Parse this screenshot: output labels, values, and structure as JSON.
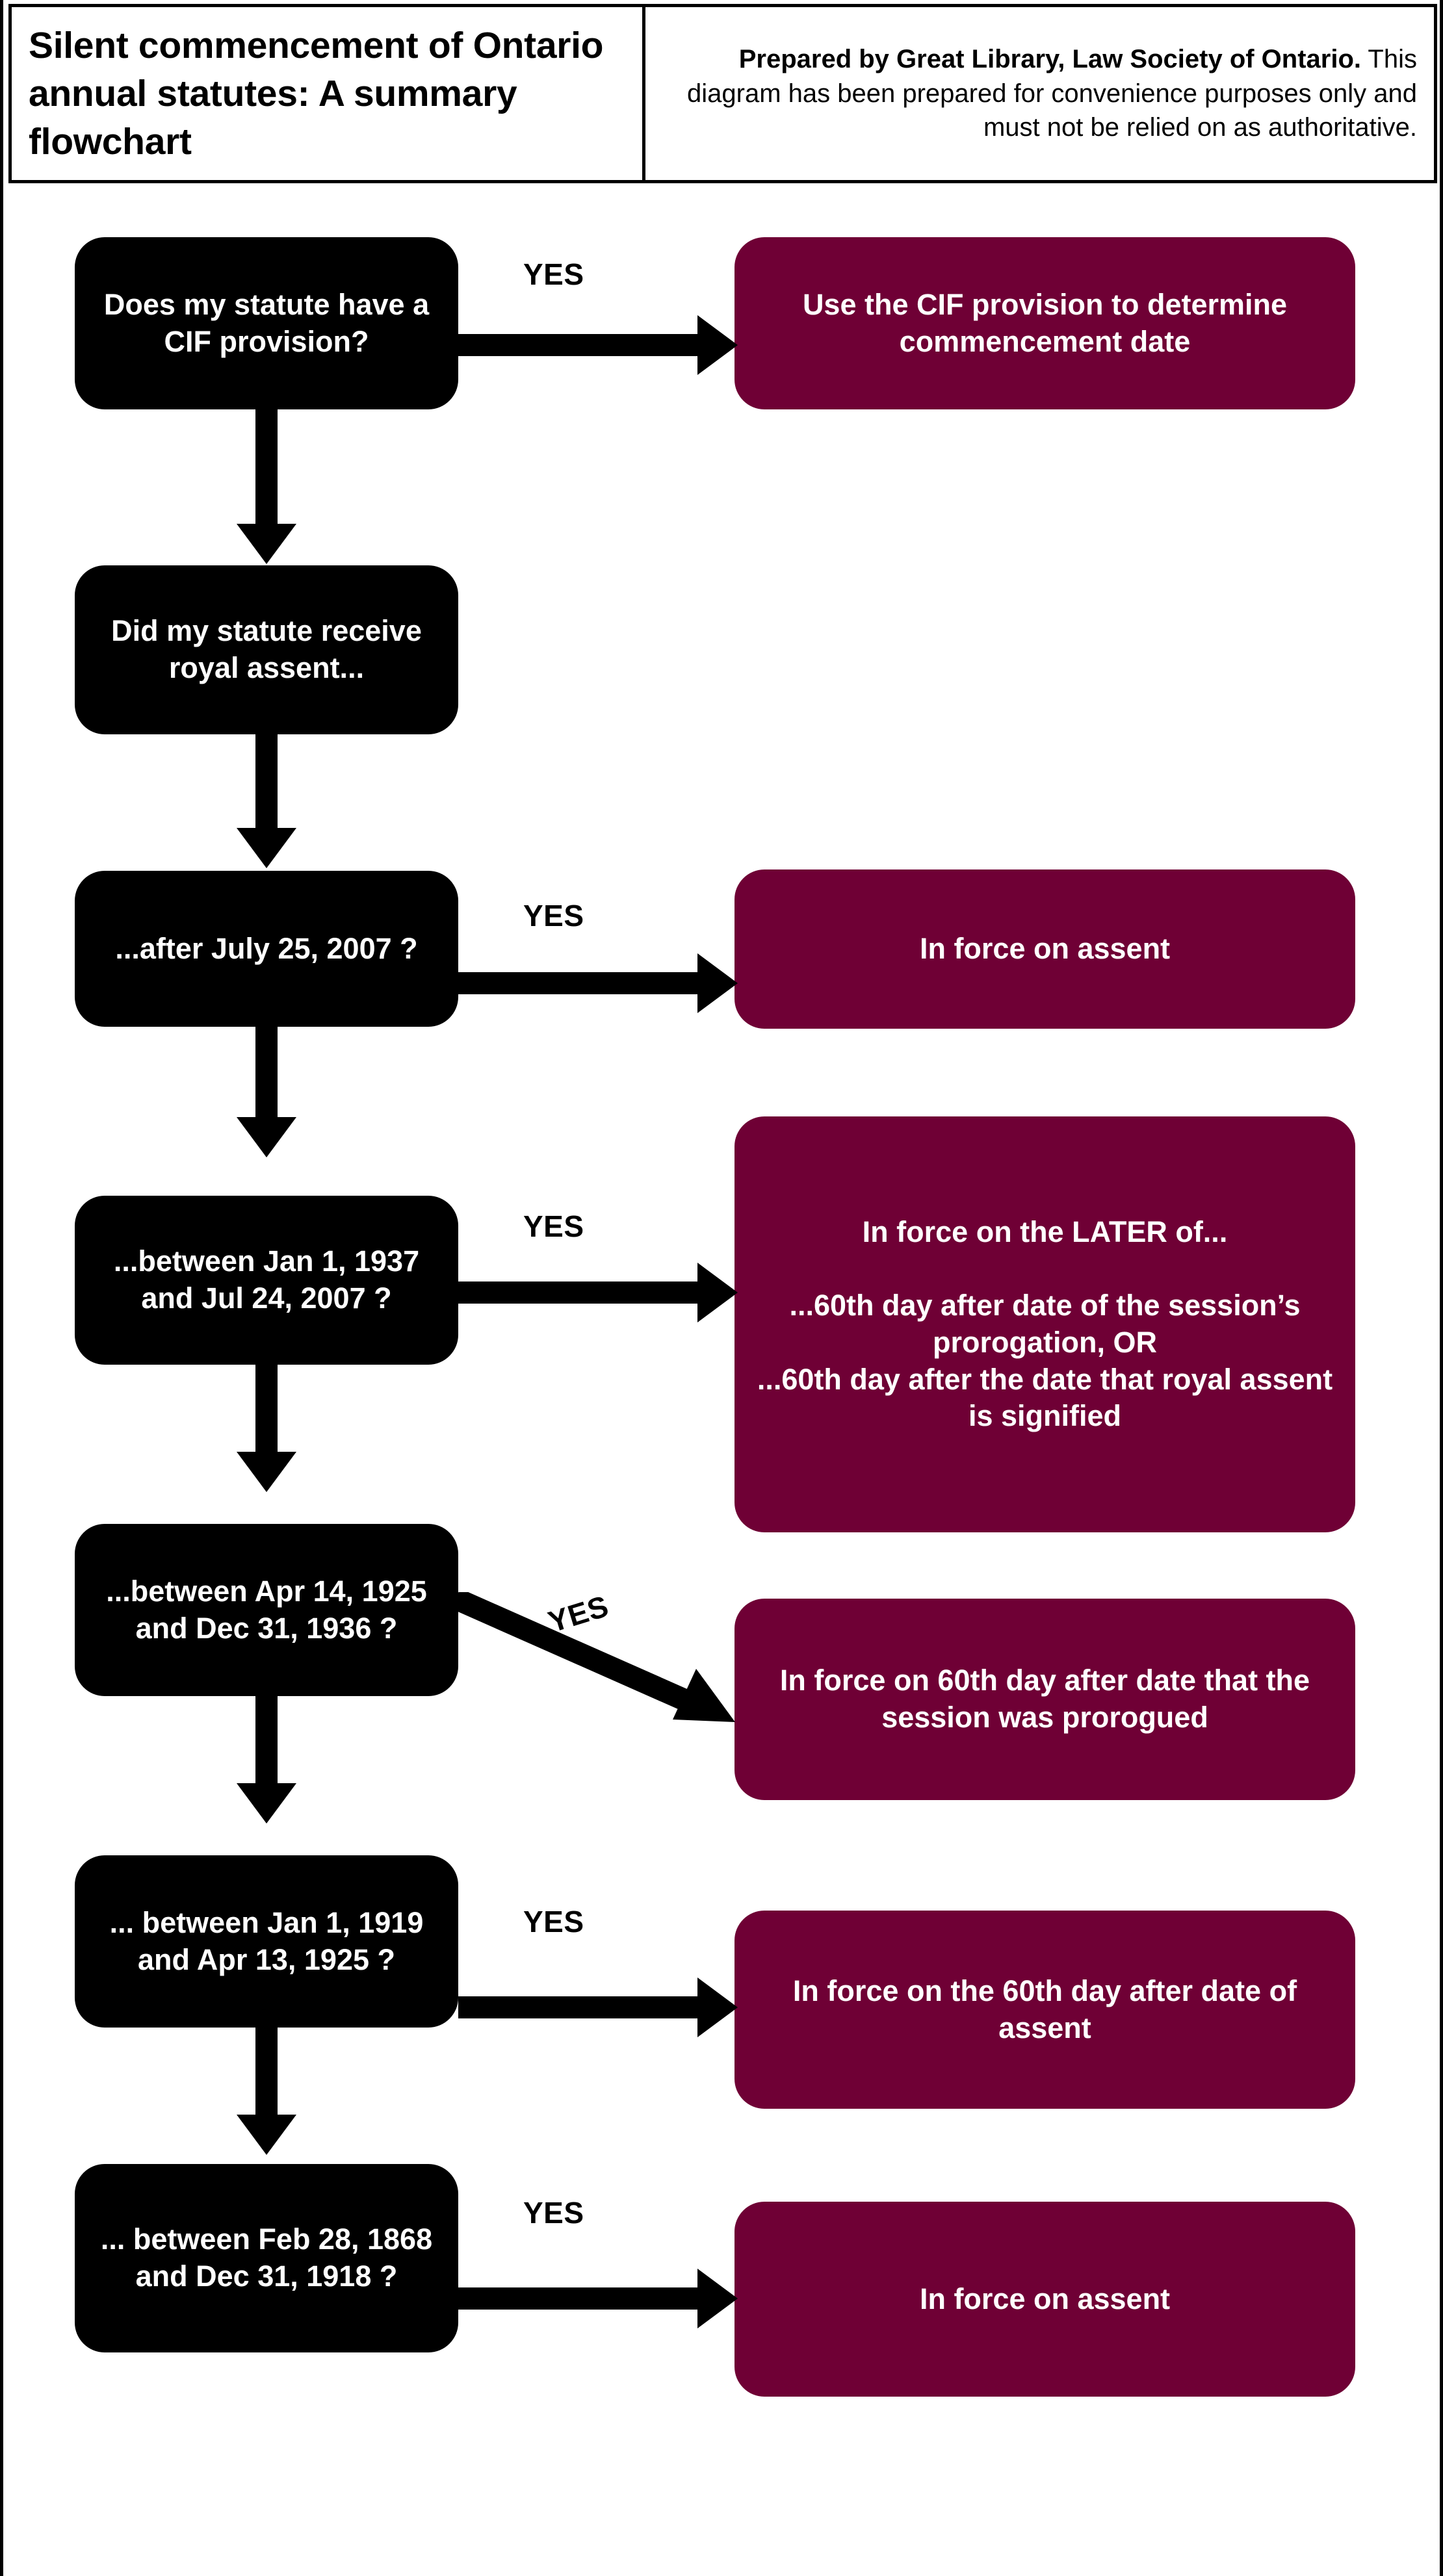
{
  "header": {
    "title": "Silent commencement of Ontario annual statutes: A summary flowchart",
    "note_bold": "Prepared by Great Library, Law Society of Ontario.",
    "note_rest": " This diagram has been prepared for convenience purposes only and must not be relied on as authoritative."
  },
  "colors": {
    "question_box": "#000000",
    "outcome_box": "#6f0035",
    "text_on_box": "#ffffff",
    "connector": "#000000",
    "page_background": "#ffffff"
  },
  "edge_label": "YES",
  "chart_data": {
    "type": "flowchart",
    "title": "Silent commencement of Ontario annual statutes: A summary flowchart",
    "orientation": "top-to-bottom with right branches",
    "nodes": [
      {
        "id": "q1",
        "kind": "question",
        "text": "Does my statute have a CIF provision?"
      },
      {
        "id": "o1",
        "kind": "outcome",
        "text": "Use the CIF provision to determine commencement date"
      },
      {
        "id": "q2",
        "kind": "question",
        "text": "Did my statute receive royal assent..."
      },
      {
        "id": "q3",
        "kind": "question",
        "text": "...after July 25, 2007 ?"
      },
      {
        "id": "o3",
        "kind": "outcome",
        "text": "In force on assent"
      },
      {
        "id": "q4",
        "kind": "question",
        "text": "...between Jan 1, 1937 and Jul 24, 2007 ?"
      },
      {
        "id": "o4",
        "kind": "outcome",
        "text": "In force on the LATER of...\n\n...60th day after date of the session’s prorogation, OR\n...60th day after the date that royal assent is signified"
      },
      {
        "id": "q5",
        "kind": "question",
        "text": "...between Apr 14, 1925 and Dec 31, 1936 ?"
      },
      {
        "id": "o5",
        "kind": "outcome",
        "text": "In force on 60th day after date that the session was prorogued"
      },
      {
        "id": "q6",
        "kind": "question",
        "text": "... between Jan 1, 1919 and Apr 13, 1925 ?"
      },
      {
        "id": "o6",
        "kind": "outcome",
        "text": "In force on the 60th day after date of assent"
      },
      {
        "id": "q7",
        "kind": "question",
        "text": "... between Feb 28, 1868 and Dec 31, 1918 ?"
      },
      {
        "id": "o7",
        "kind": "outcome",
        "text": "In force on assent"
      }
    ],
    "edges": [
      {
        "from": "q1",
        "to": "o1",
        "label": "YES",
        "direction": "right"
      },
      {
        "from": "q1",
        "to": "q2",
        "label": "",
        "direction": "down"
      },
      {
        "from": "q2",
        "to": "q3",
        "label": "",
        "direction": "down"
      },
      {
        "from": "q3",
        "to": "o3",
        "label": "YES",
        "direction": "right"
      },
      {
        "from": "q3",
        "to": "q4",
        "label": "",
        "direction": "down"
      },
      {
        "from": "q4",
        "to": "o4",
        "label": "YES",
        "direction": "right"
      },
      {
        "from": "q4",
        "to": "q5",
        "label": "",
        "direction": "down"
      },
      {
        "from": "q5",
        "to": "o5",
        "label": "YES",
        "direction": "diagonal-down-right"
      },
      {
        "from": "q5",
        "to": "q6",
        "label": "",
        "direction": "down"
      },
      {
        "from": "q6",
        "to": "o6",
        "label": "YES",
        "direction": "right"
      },
      {
        "from": "q6",
        "to": "q7",
        "label": "",
        "direction": "down"
      },
      {
        "from": "q7",
        "to": "o7",
        "label": "YES",
        "direction": "right"
      }
    ]
  }
}
